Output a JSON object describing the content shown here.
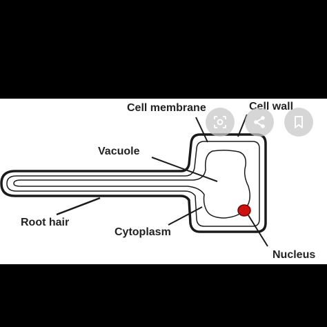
{
  "diagram": {
    "labels": {
      "cell_membrane": "Cell membrane",
      "cell_wall": "Cell wall",
      "vacuole": "Vacuole",
      "root_hair": "Root hair",
      "cytoplasm": "Cytoplasm",
      "nucleus": "Nucleus"
    },
    "colors": {
      "nucleus": "#cc1111",
      "outline": "#1a1a1a",
      "background_bars": "#000000",
      "panel": "#ffffff"
    }
  },
  "overlay_buttons": [
    {
      "icon": "image-search-icon"
    },
    {
      "icon": "share-icon"
    },
    {
      "icon": "bookmark-icon"
    }
  ]
}
